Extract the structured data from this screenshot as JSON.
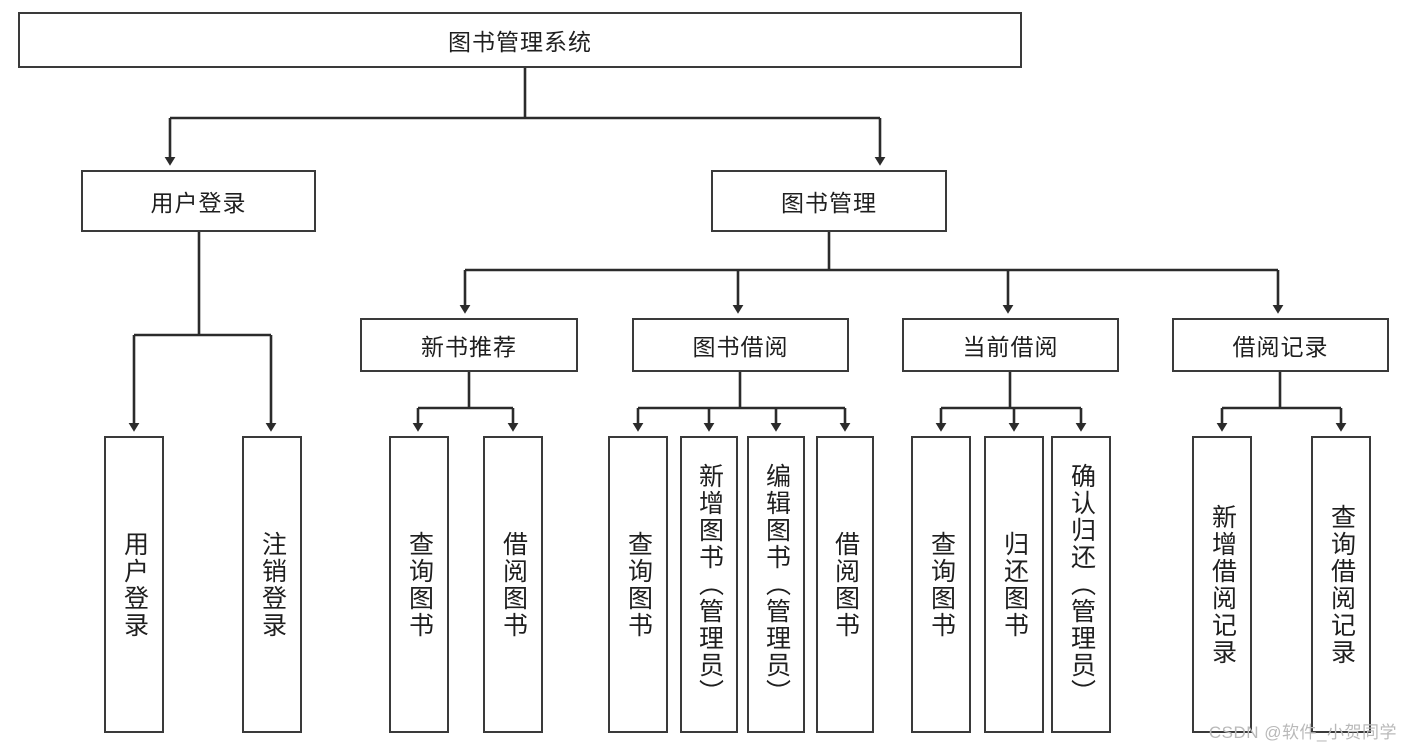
{
  "diagram": {
    "type": "tree-hierarchy",
    "title": "图书管理系统",
    "orientation": "top-down",
    "colors": {
      "box_border": "#3a3a3a",
      "box_fill": "#ffffff",
      "connector": "#2b2b2b",
      "text": "#1f1f1f",
      "watermark": "#b9b9b9",
      "background": "#ffffff"
    },
    "nodes": {
      "root": {
        "label": "图书管理系统"
      },
      "level2": [
        {
          "id": "user-login",
          "label": "用户登录"
        },
        {
          "id": "book-manage",
          "label": "图书管理"
        }
      ],
      "level3": [
        {
          "id": "new-book-recommend",
          "label": "新书推荐"
        },
        {
          "id": "book-borrow",
          "label": "图书借阅"
        },
        {
          "id": "current-borrow",
          "label": "当前借阅"
        },
        {
          "id": "borrow-record",
          "label": "借阅记录"
        }
      ],
      "leaves": [
        {
          "id": "leaf-user-login",
          "label": "用户登录",
          "parent": "user-login"
        },
        {
          "id": "leaf-logout-login",
          "label": "注销登录",
          "parent": "user-login"
        },
        {
          "id": "leaf-query-book-1",
          "label": "查询图书",
          "parent": "new-book-recommend"
        },
        {
          "id": "leaf-borrow-book-1",
          "label": "借阅图书",
          "parent": "new-book-recommend"
        },
        {
          "id": "leaf-query-book-2",
          "label": "查询图书",
          "parent": "book-borrow"
        },
        {
          "id": "leaf-add-book",
          "label": "新增图书（管理员）",
          "parent": "book-borrow"
        },
        {
          "id": "leaf-edit-book",
          "label": "编辑图书（管理员）",
          "parent": "book-borrow"
        },
        {
          "id": "leaf-borrow-book-2",
          "label": "借阅图书",
          "parent": "book-borrow"
        },
        {
          "id": "leaf-query-book-3",
          "label": "查询图书",
          "parent": "current-borrow"
        },
        {
          "id": "leaf-return-book",
          "label": "归还图书",
          "parent": "current-borrow"
        },
        {
          "id": "leaf-confirm-return",
          "label": "确认归还（管理员）",
          "parent": "current-borrow"
        },
        {
          "id": "leaf-add-record",
          "label": "新增借阅记录",
          "parent": "borrow-record"
        },
        {
          "id": "leaf-query-record",
          "label": "查询借阅记录",
          "parent": "borrow-record"
        }
      ]
    }
  },
  "watermark": {
    "text": "CSDN @软件_小贺同学"
  }
}
